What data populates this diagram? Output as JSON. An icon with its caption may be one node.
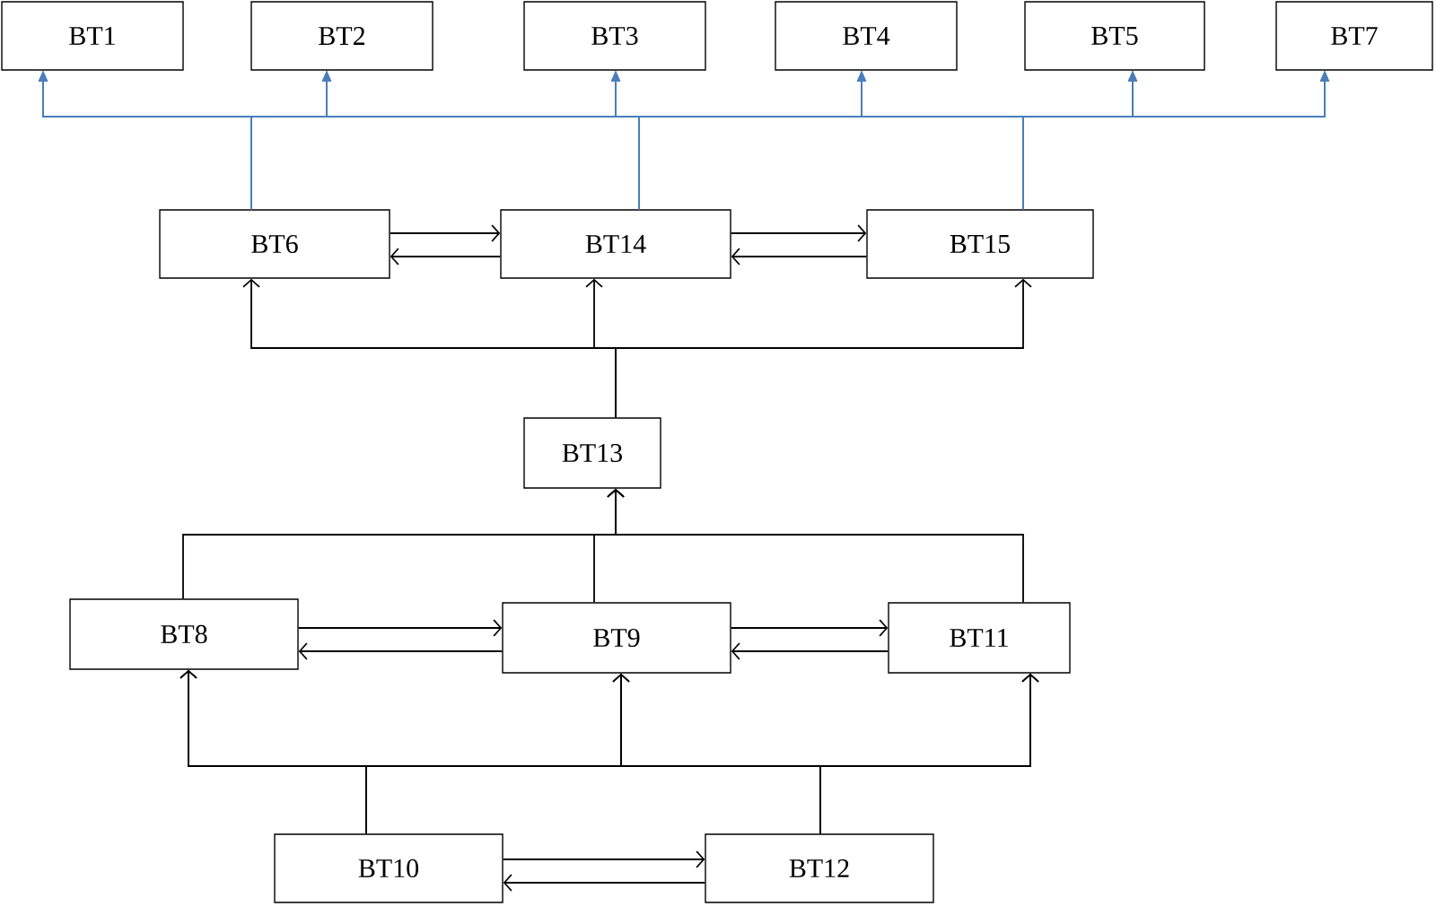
{
  "diagram": {
    "nodes": [
      {
        "text": [
          "BT1"
        ]
      },
      {
        "text": [
          "BT2"
        ]
      },
      {
        "text": [
          "BT3"
        ]
      },
      {
        "text": [
          "BT4"
        ]
      },
      {
        "text": [
          "BT5"
        ]
      },
      {
        "text": [
          "BT7"
        ]
      },
      {
        "text": [
          "BT6"
        ]
      },
      {
        "text": [
          "BT14"
        ]
      },
      {
        "text": [
          "BT15"
        ]
      },
      {
        "text": [
          "BT13"
        ]
      },
      {
        "text": [
          "BT8"
        ]
      },
      {
        "text": [
          "BT9"
        ]
      },
      {
        "text": [
          "BT11"
        ]
      },
      {
        "text": [
          "BT10"
        ]
      },
      {
        "text": [
          "BT12"
        ]
      }
    ],
    "edges": [
      {
        "from": 6,
        "to": 0,
        "arrow": "to",
        "color": "#4a7ebb"
      },
      {
        "from": 6,
        "to": 1,
        "arrow": "to",
        "color": "#4a7ebb"
      },
      {
        "from": 6,
        "to": 2,
        "arrow": "to",
        "color": "#4a7ebb"
      },
      {
        "from": 6,
        "to": 3,
        "arrow": "to",
        "color": "#4a7ebb"
      },
      {
        "from": 6,
        "to": 4,
        "arrow": "to",
        "color": "#4a7ebb"
      },
      {
        "from": 6,
        "to": 5,
        "arrow": "to",
        "color": "#4a7ebb"
      },
      {
        "from": 7,
        "to": 0,
        "arrow": "to",
        "color": "#4a7ebb"
      },
      {
        "from": 7,
        "to": 1,
        "arrow": "to",
        "color": "#4a7ebb"
      },
      {
        "from": 7,
        "to": 2,
        "arrow": "to",
        "color": "#4a7ebb"
      },
      {
        "from": 7,
        "to": 3,
        "arrow": "to",
        "color": "#4a7ebb"
      },
      {
        "from": 7,
        "to": 4,
        "arrow": "to",
        "color": "#4a7ebb"
      },
      {
        "from": 7,
        "to": 5,
        "arrow": "to",
        "color": "#4a7ebb"
      },
      {
        "from": 8,
        "to": 0,
        "arrow": "to",
        "color": "#4a7ebb"
      },
      {
        "from": 8,
        "to": 1,
        "arrow": "to",
        "color": "#4a7ebb"
      },
      {
        "from": 8,
        "to": 2,
        "arrow": "to",
        "color": "#4a7ebb"
      },
      {
        "from": 8,
        "to": 3,
        "arrow": "to",
        "color": "#4a7ebb"
      },
      {
        "from": 8,
        "to": 4,
        "arrow": "to",
        "color": "#4a7ebb"
      },
      {
        "from": 8,
        "to": 5,
        "arrow": "to",
        "color": "#4a7ebb"
      },
      {
        "from": 6,
        "to": 7,
        "arrow": "to"
      },
      {
        "from": 7,
        "to": 6,
        "arrow": "to"
      },
      {
        "from": 7,
        "to": 8,
        "arrow": "to"
      },
      {
        "from": 8,
        "to": 7,
        "arrow": "to"
      },
      {
        "from": 9,
        "to": 6,
        "arrow": "to"
      },
      {
        "from": 9,
        "to": 7,
        "arrow": "to"
      },
      {
        "from": 9,
        "to": 8,
        "arrow": "to"
      },
      {
        "from": 10,
        "to": 9,
        "arrow": "to"
      },
      {
        "from": 11,
        "to": 9,
        "arrow": "to"
      },
      {
        "from": 12,
        "to": 9,
        "arrow": "to"
      },
      {
        "from": 10,
        "to": 11,
        "arrow": "to"
      },
      {
        "from": 11,
        "to": 10,
        "arrow": "to"
      },
      {
        "from": 11,
        "to": 12,
        "arrow": "to"
      },
      {
        "from": 12,
        "to": 11,
        "arrow": "to"
      },
      {
        "from": 13,
        "to": 10,
        "arrow": "to"
      },
      {
        "from": 13,
        "to": 11,
        "arrow": "to"
      },
      {
        "from": 13,
        "to": 12,
        "arrow": "to"
      },
      {
        "from": 14,
        "to": 10,
        "arrow": "to"
      },
      {
        "from": 14,
        "to": 11,
        "arrow": "to"
      },
      {
        "from": 14,
        "to": 12,
        "arrow": "to"
      },
      {
        "from": 13,
        "to": 14,
        "arrow": "to"
      },
      {
        "from": 14,
        "to": 13,
        "arrow": "to"
      }
    ]
  }
}
